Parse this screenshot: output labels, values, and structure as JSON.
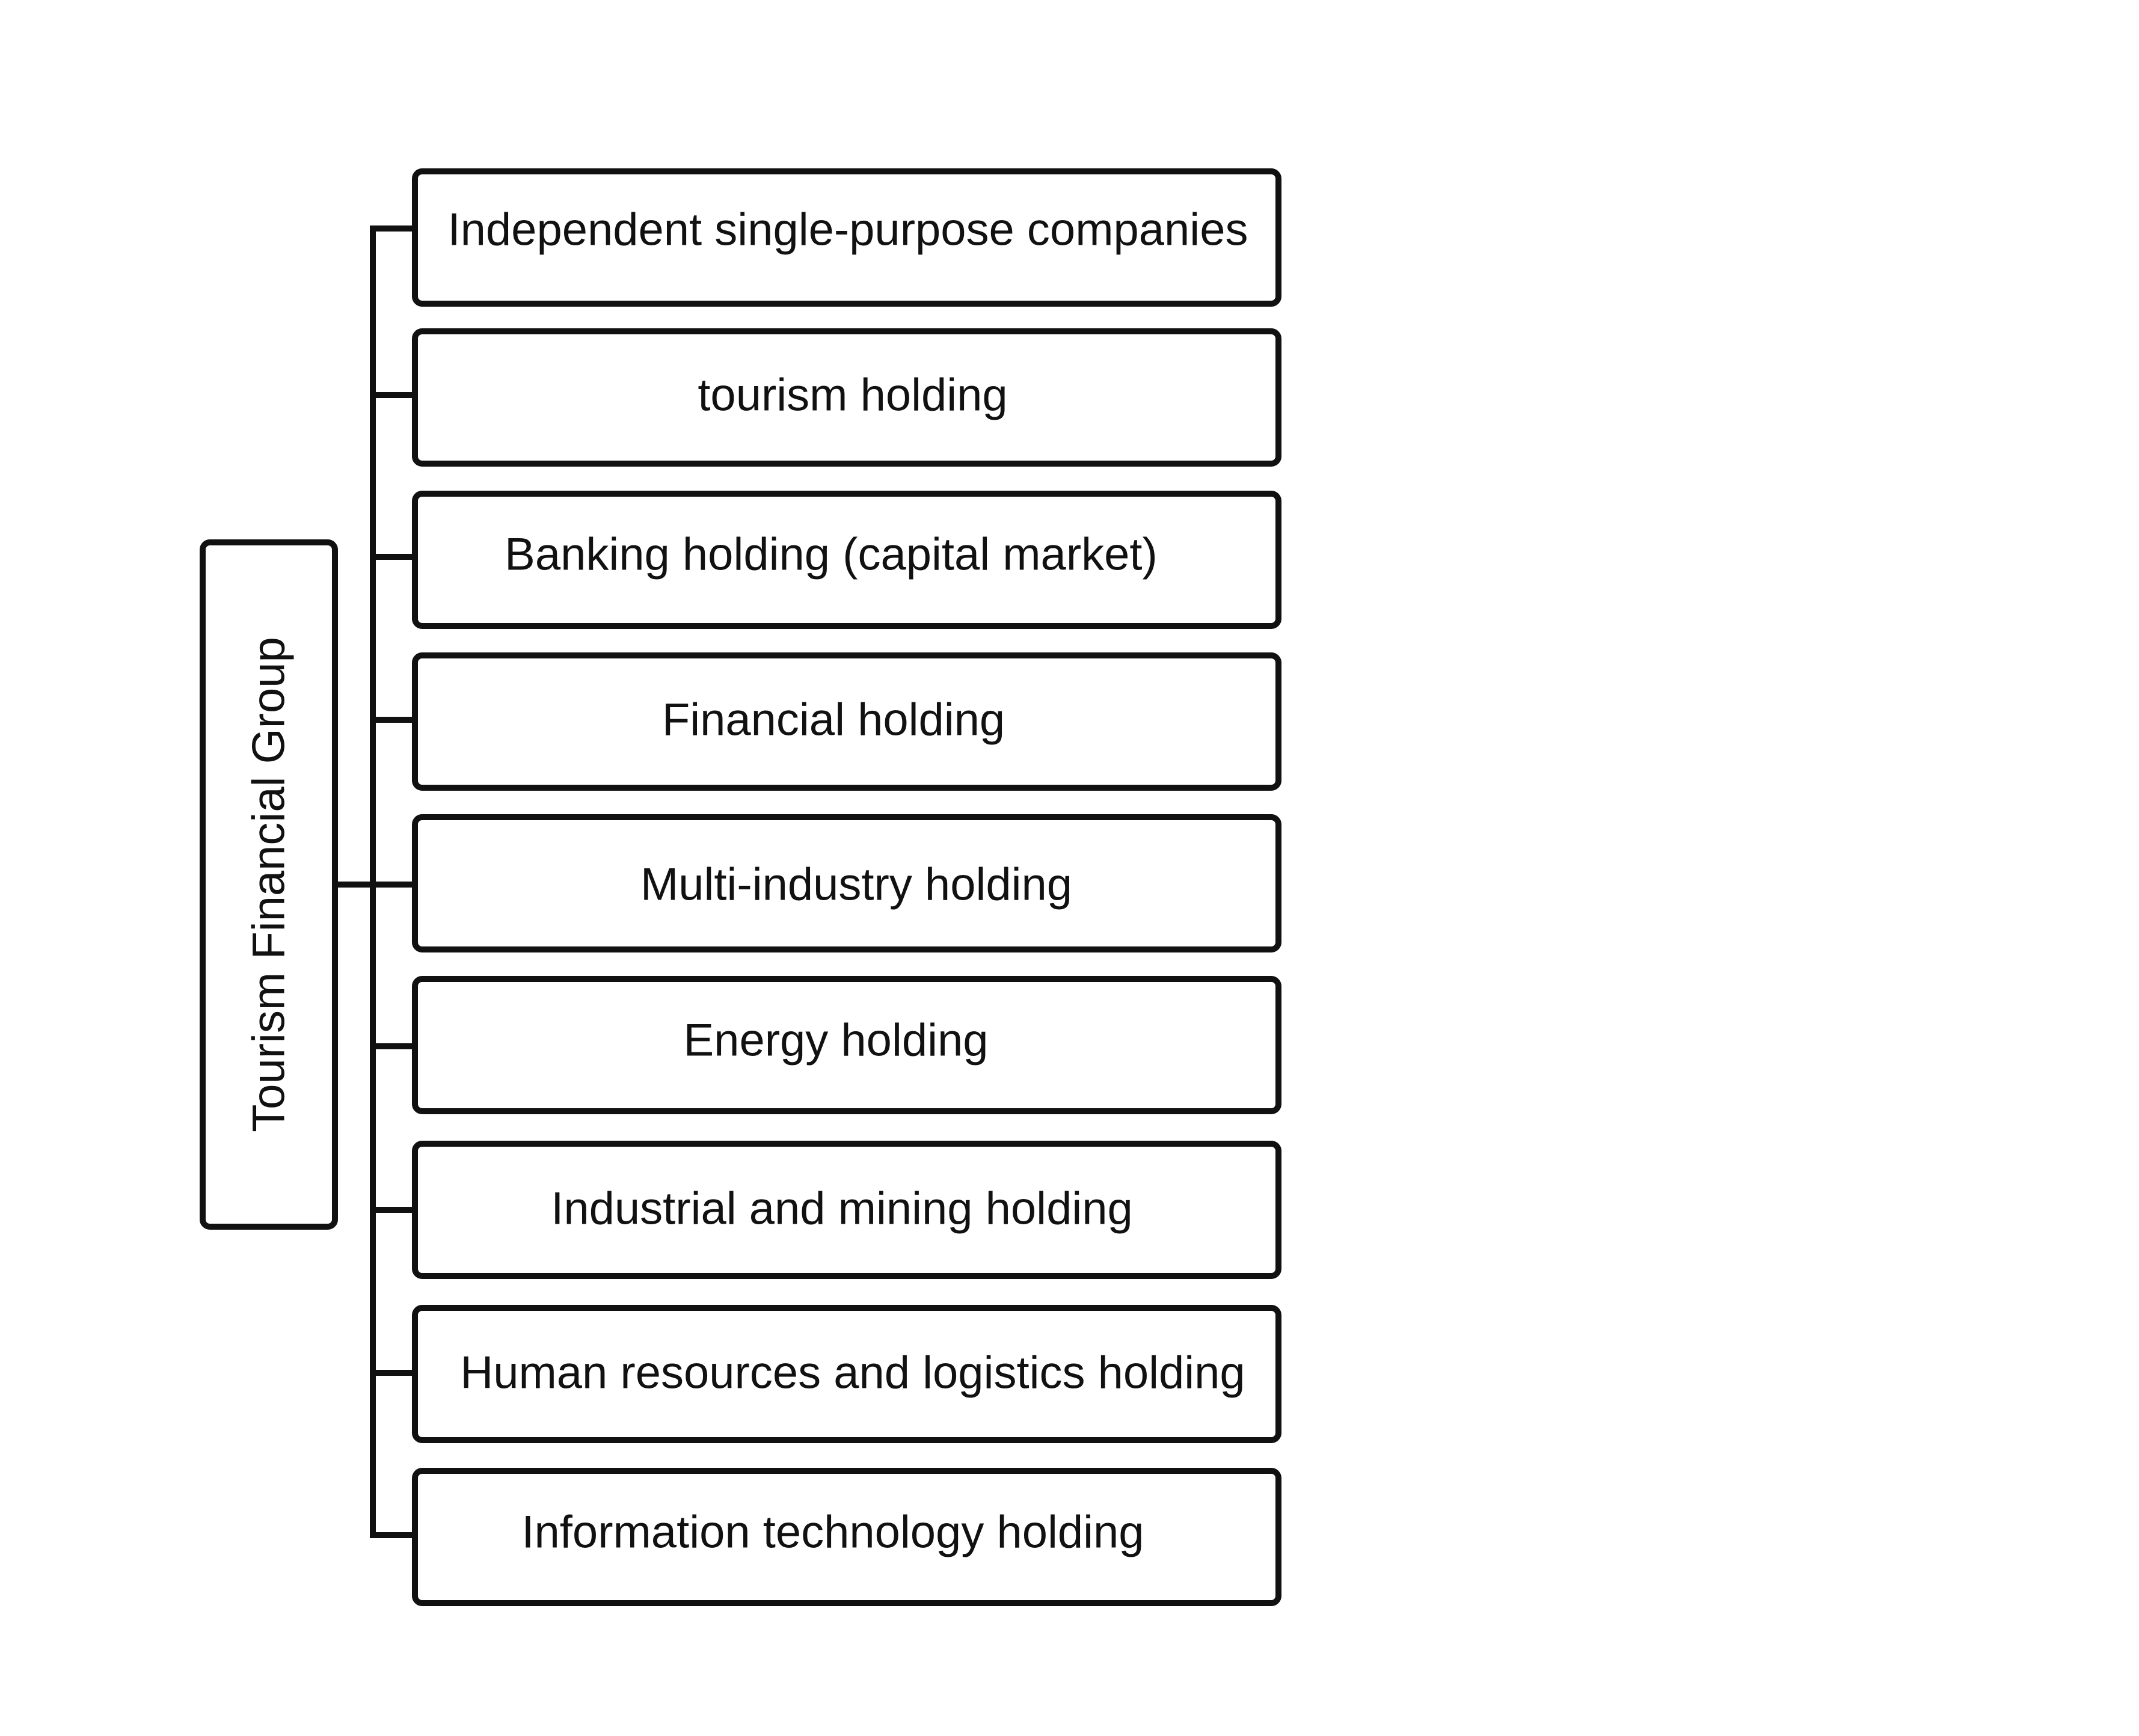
{
  "diagram": {
    "root": {
      "label": "Tourism Financial Group"
    },
    "children": [
      {
        "label": "Independent single-purpose companies"
      },
      {
        "label": "tourism holding"
      },
      {
        "label": "Banking holding (capital market)"
      },
      {
        "label": "Financial holding"
      },
      {
        "label": "Multi-industry holding"
      },
      {
        "label": "Energy holding"
      },
      {
        "label": "Industrial and mining holding"
      },
      {
        "label": "Human resources and logistics holding"
      },
      {
        "label": "Information technology holding"
      }
    ]
  },
  "colors": {
    "stroke": "#111111",
    "text": "#111111",
    "background": "#ffffff"
  }
}
